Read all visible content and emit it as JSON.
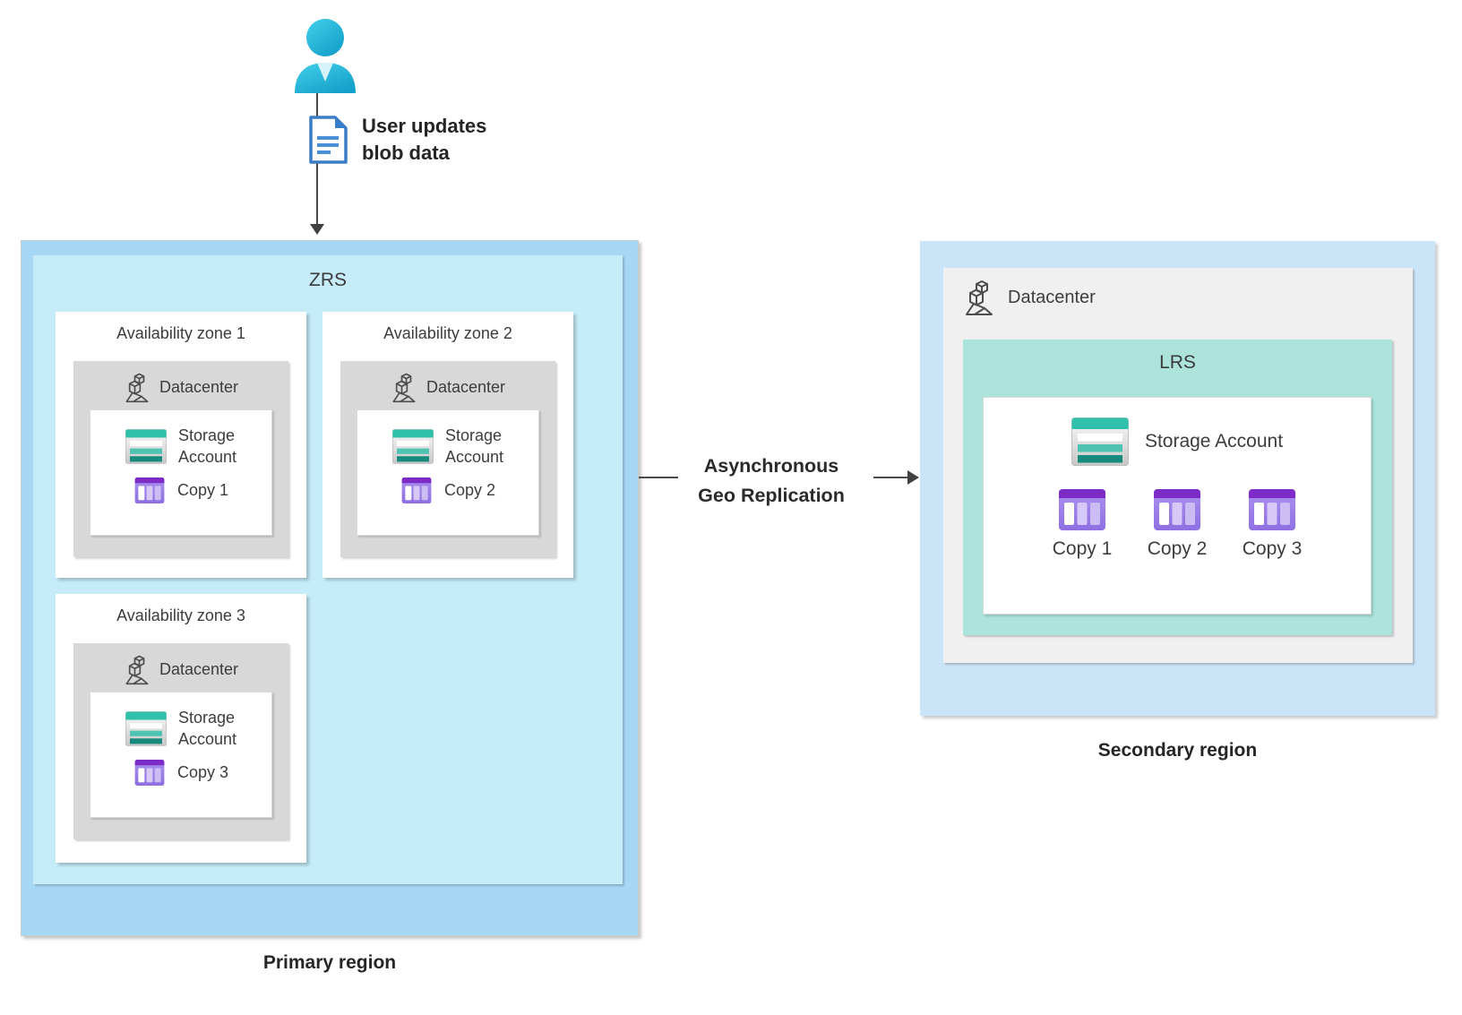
{
  "user_flow": {
    "line1": "User updates",
    "line2": "blob data"
  },
  "primary_region": {
    "label": "Primary region",
    "zrs_label": "ZRS",
    "zones": [
      {
        "title": "Availability zone 1",
        "datacenter_label": "Datacenter",
        "storage_line1": "Storage",
        "storage_line2": "Account",
        "copy_label": "Copy 1"
      },
      {
        "title": "Availability zone 2",
        "datacenter_label": "Datacenter",
        "storage_line1": "Storage",
        "storage_line2": "Account",
        "copy_label": "Copy 2"
      },
      {
        "title": "Availability zone 3",
        "datacenter_label": "Datacenter",
        "storage_line1": "Storage",
        "storage_line2": "Account",
        "copy_label": "Copy 3"
      }
    ]
  },
  "replication": {
    "line1": "Asynchronous",
    "line2": "Geo Replication"
  },
  "secondary_region": {
    "label": "Secondary region",
    "datacenter_label": "Datacenter",
    "lrs_label": "LRS",
    "storage_label": "Storage Account",
    "copies": [
      "Copy 1",
      "Copy 2",
      "Copy 3"
    ]
  },
  "colors": {
    "primary_region_bg": "#a6d7f4",
    "zrs_bg": "#c5ecf8",
    "secondary_region_bg": "#cbe5f8",
    "secondary_datacenter_bg": "#f0f0f1",
    "lrs_bg": "#ace4dc",
    "zone_datacenter_bg": "#d8d8d8",
    "storage_icon_teal": "#2fc1ab",
    "storage_icon_teal_dark": "#17897d",
    "copy_icon_purple_dark": "#7c2bc6",
    "copy_icon_purple": "#9f81e8",
    "person_cyan": "#2bb7da",
    "document_blue": "#3a7dc9",
    "connector_gray": "#4a4a4a"
  }
}
